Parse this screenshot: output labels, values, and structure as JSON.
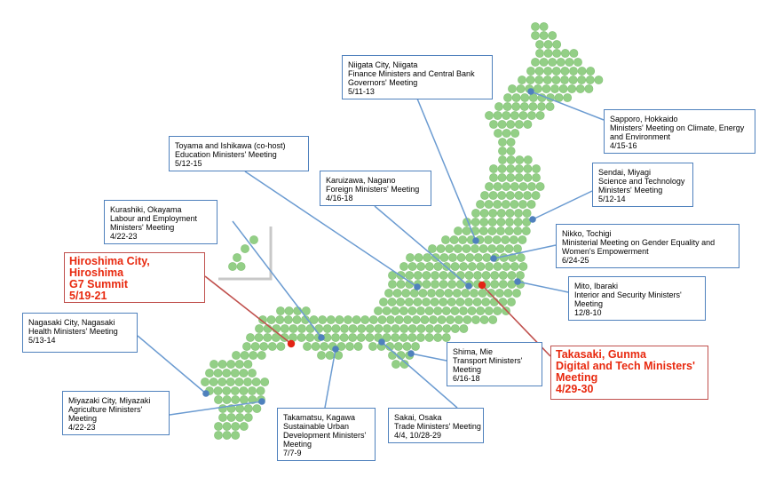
{
  "colors": {
    "land": "#93cf86",
    "land_edge": "#84c177",
    "marker": "#4f81bd",
    "leader": "#6b9bd1",
    "highlight_marker": "#e32414",
    "highlight_leader": "#c0504d",
    "highlight_text": "#e8290f",
    "inset_border": "#c8c8c8"
  },
  "map": {
    "style": "dot-matrix",
    "inset_box": true
  },
  "callouts": [
    {
      "id": "niigata",
      "highlight": false,
      "lines": [
        "Niigata City, Niigata",
        "Finance Ministers and Central Bank",
        "Governors' Meeting",
        "5/11-13"
      ]
    },
    {
      "id": "sapporo",
      "highlight": false,
      "lines": [
        "Sapporo, Hokkaido",
        "Ministers' Meeting on Climate, Energy",
        "and Environment",
        "4/15-16"
      ]
    },
    {
      "id": "toyama",
      "highlight": false,
      "lines": [
        "Toyama and Ishikawa (co-host)",
        "Education Ministers' Meeting",
        "5/12-15"
      ]
    },
    {
      "id": "karuizawa",
      "highlight": false,
      "lines": [
        "Karuizawa, Nagano",
        "Foreign Ministers' Meeting",
        "4/16-18"
      ]
    },
    {
      "id": "sendai",
      "highlight": false,
      "lines": [
        "Sendai, Miyagi",
        "Science and Technology",
        "Ministers' Meeting",
        "5/12-14"
      ]
    },
    {
      "id": "kurashiki",
      "highlight": false,
      "lines": [
        "Kurashiki, Okayama",
        "Labour and Employment",
        "Ministers' Meeting",
        "4/22-23"
      ]
    },
    {
      "id": "nikko",
      "highlight": false,
      "lines": [
        "Nikko, Tochigi",
        "Ministerial Meeting on Gender Equality and",
        "Women's Empowerment",
        "6/24-25"
      ]
    },
    {
      "id": "hiroshima",
      "highlight": true,
      "lines": [
        "Hiroshima City,",
        "Hiroshima",
        "G7 Summit",
        "5/19-21"
      ]
    },
    {
      "id": "mito",
      "highlight": false,
      "lines": [
        "Mito, Ibaraki",
        "Interior and Security Ministers'",
        "Meeting",
        "12/8-10"
      ]
    },
    {
      "id": "nagasaki",
      "highlight": false,
      "lines": [
        "Nagasaki City, Nagasaki",
        "Health Ministers' Meeting",
        "5/13-14"
      ]
    },
    {
      "id": "takasaki",
      "highlight": true,
      "lines": [
        "Takasaki, Gunma",
        "Digital and Tech Ministers'",
        "Meeting",
        "4/29-30"
      ]
    },
    {
      "id": "shima",
      "highlight": false,
      "lines": [
        "Shima, Mie",
        "Transport Ministers'",
        "Meeting",
        "6/16-18"
      ]
    },
    {
      "id": "miyazaki",
      "highlight": false,
      "lines": [
        "Miyazaki City, Miyazaki",
        "Agriculture Ministers'",
        "Meeting",
        "4/22-23"
      ]
    },
    {
      "id": "takamatsu",
      "highlight": false,
      "lines": [
        "Takamatsu, Kagawa",
        "Sustainable Urban",
        "Development Ministers'",
        "Meeting",
        "7/7-9"
      ]
    },
    {
      "id": "sakai",
      "highlight": false,
      "lines": [
        "Sakai, Osaka",
        "Trade Ministers' Meeting",
        "4/4, 10/28-29"
      ]
    }
  ]
}
